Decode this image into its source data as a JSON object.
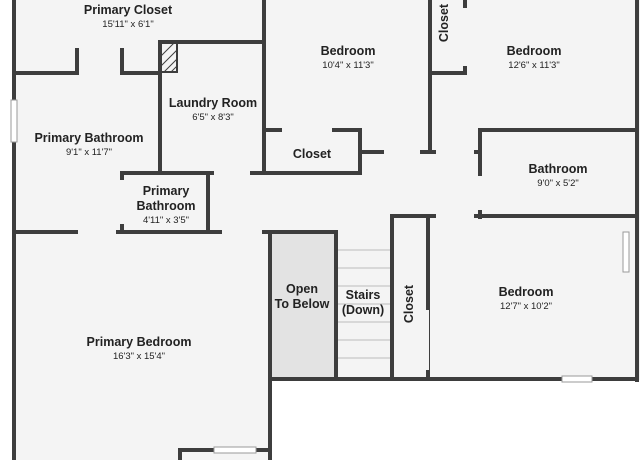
{
  "colors": {
    "wall": "#3d3d3d",
    "floor": "#f4f4f4",
    "open_area": "#e3e3e3",
    "window": "#ffffff",
    "background": "#ffffff"
  },
  "rooms": {
    "primary_closet": {
      "name": "Primary Closet",
      "dim": "15'11\" x 6'1\""
    },
    "bedroom_top": {
      "name": "Bedroom",
      "dim": "10'4\" x 11'3\""
    },
    "bedroom_top_right": {
      "name": "Bedroom",
      "dim": "12'6\" x 11'3\""
    },
    "closet_top": {
      "name": "Closet"
    },
    "laundry_room": {
      "name": "Laundry Room",
      "dim": "6'5\" x 8'3\""
    },
    "primary_bathroom": {
      "name": "Primary Bathroom",
      "dim": "9'1\" x 11'7\""
    },
    "closet_hall": {
      "name": "Closet"
    },
    "bathroom": {
      "name": "Bathroom",
      "dim": "9'0\" x 5'2\""
    },
    "primary_bathroom_small": {
      "line1": "Primary",
      "line2": "Bathroom",
      "dim": "4'11\" x 3'5\""
    },
    "open_to_below": {
      "line1": "Open",
      "line2": "To Below"
    },
    "stairs": {
      "line1": "Stairs",
      "line2": "(Down)"
    },
    "closet_vertical": {
      "name": "Closet"
    },
    "bedroom_right": {
      "name": "Bedroom",
      "dim": "12'7\" x 10'2\""
    },
    "primary_bedroom": {
      "name": "Primary Bedroom",
      "dim": "16'3\" x 15'4\""
    }
  }
}
